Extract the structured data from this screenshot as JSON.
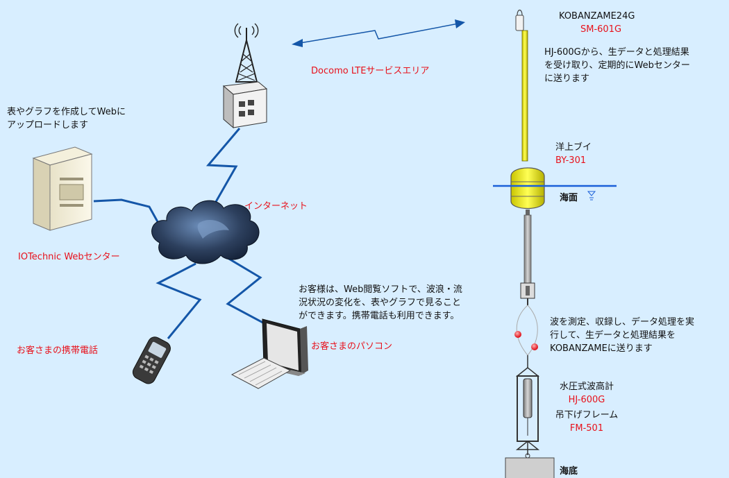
{
  "comm": {
    "lte_label": "Docomo LTEサービスエリア",
    "internet_label": "インターネット"
  },
  "web_center": {
    "desc": [
      "表やグラフを作成してWebに",
      "アップロードします"
    ],
    "name": "IOTechnic Webセンター"
  },
  "customer": {
    "phone_label": "お客さまの携帯電話",
    "pc_label": "お客さまのパソコン",
    "desc": [
      "お客様は、Web閲覧ソフトで、波浪・流",
      "況状況の変化を、表やグラフで見ること",
      "ができます。携帯電話も利用できます。"
    ]
  },
  "kobanzame": {
    "name": "KOBANZAME24G",
    "model": "SM-601G",
    "desc": [
      "HJ-600Gから、生データと処理結果",
      "を受け取り、定期的にWebセンター",
      "に送ります"
    ]
  },
  "buoy": {
    "name": "洋上ブイ",
    "model": "BY-301",
    "sea_surface": "海面"
  },
  "gauge": {
    "measure_desc": [
      "波を測定、収録し、データ処理を実",
      "行して、生データと処理結果を",
      "KOBANZAMEに送ります"
    ],
    "name": "水圧式波高計",
    "model": "HJ-600G",
    "frame_name": "吊下げフレーム",
    "frame_model": "FM-501",
    "seabed": "海底"
  },
  "colors": {
    "background": "#d8eeff",
    "link_line": "#1456a8",
    "red_text": "#e8101a",
    "buoy_yellow": "#ecec1c",
    "sea_line": "#1a5fd8"
  }
}
